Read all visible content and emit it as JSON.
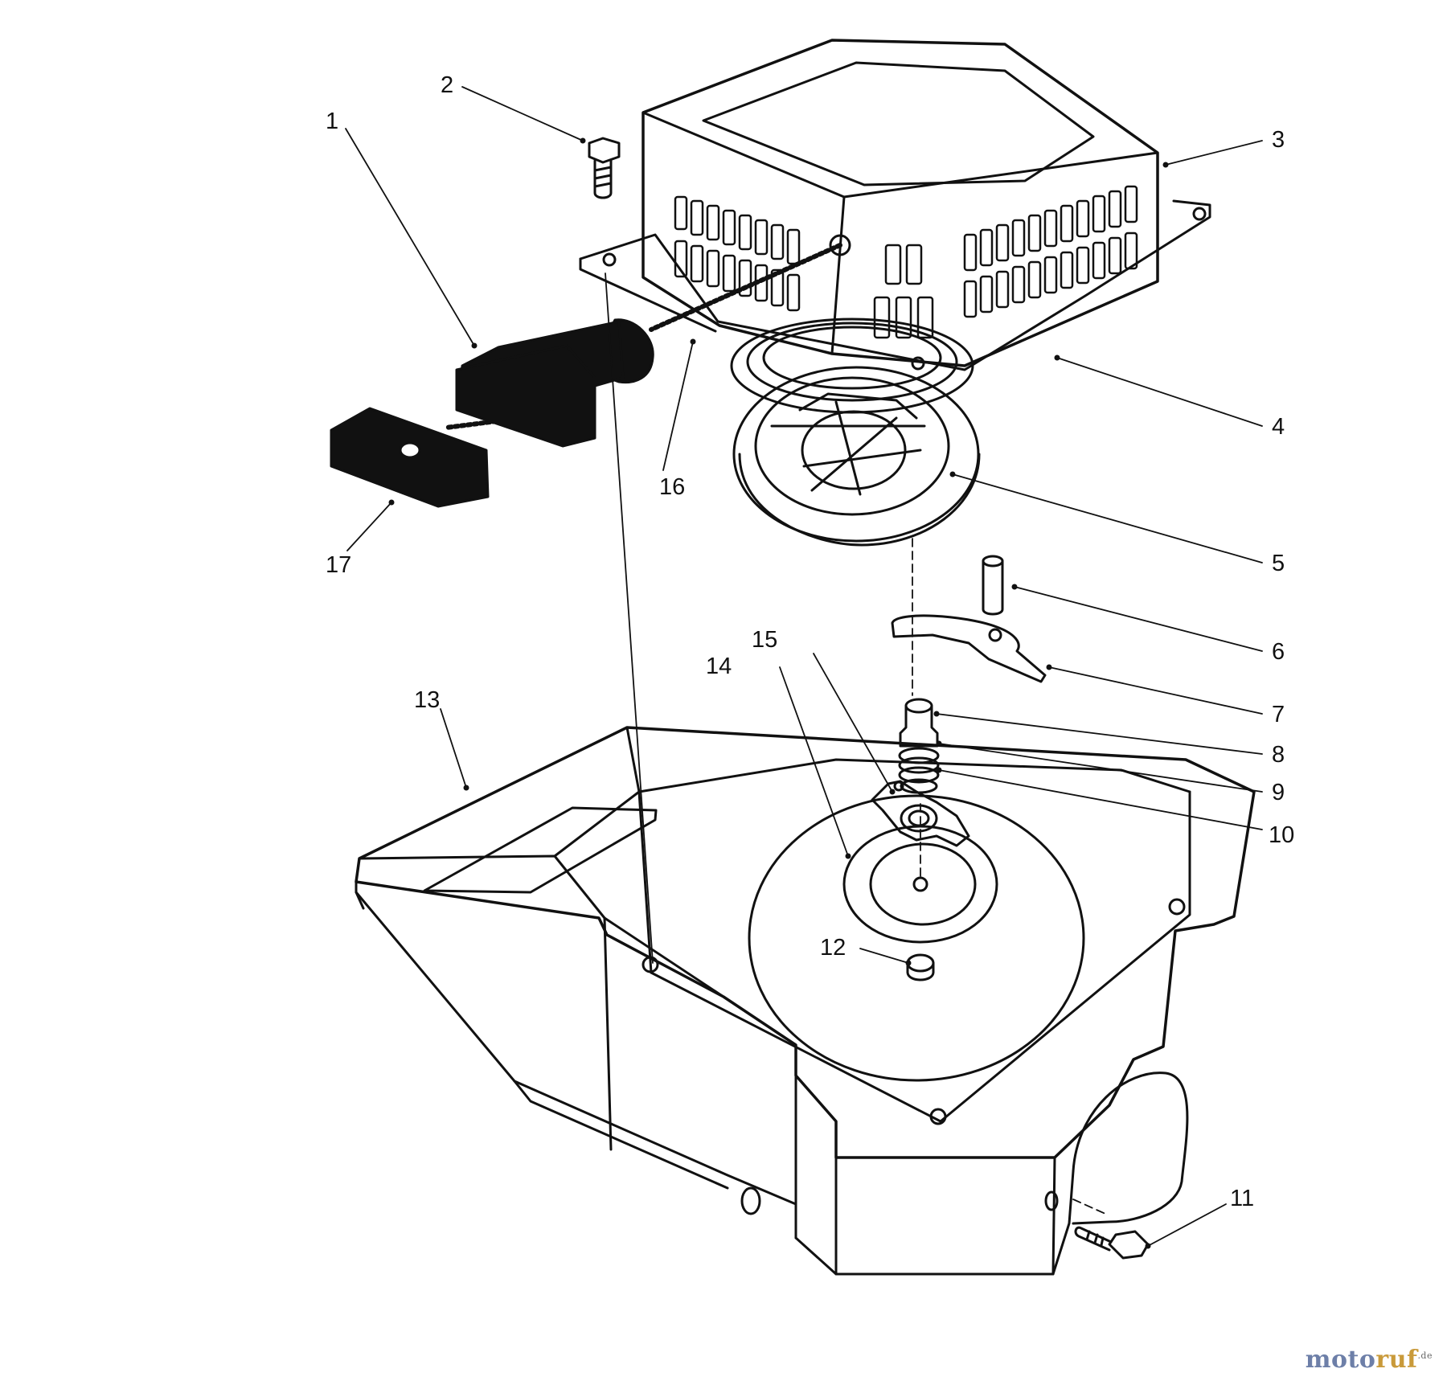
{
  "callouts": [
    {
      "id": "c1",
      "text": "1"
    },
    {
      "id": "c2",
      "text": "2"
    },
    {
      "id": "c3",
      "text": "3"
    },
    {
      "id": "c4",
      "text": "4"
    },
    {
      "id": "c5",
      "text": "5"
    },
    {
      "id": "c6",
      "text": "6"
    },
    {
      "id": "c7",
      "text": "7"
    },
    {
      "id": "c8",
      "text": "8"
    },
    {
      "id": "c9",
      "text": "9"
    },
    {
      "id": "c10",
      "text": "10"
    },
    {
      "id": "c11",
      "text": "11"
    },
    {
      "id": "c12",
      "text": "12"
    },
    {
      "id": "c13",
      "text": "13"
    },
    {
      "id": "c14",
      "text": "14"
    },
    {
      "id": "c15",
      "text": "15"
    },
    {
      "id": "c16",
      "text": "16"
    },
    {
      "id": "c17",
      "text": "17"
    }
  ],
  "watermark": {
    "part1": "moto",
    "part2": "ruf",
    "suffix": ".de"
  },
  "colors": {
    "ink": "#111111",
    "paper": "#ffffff"
  }
}
